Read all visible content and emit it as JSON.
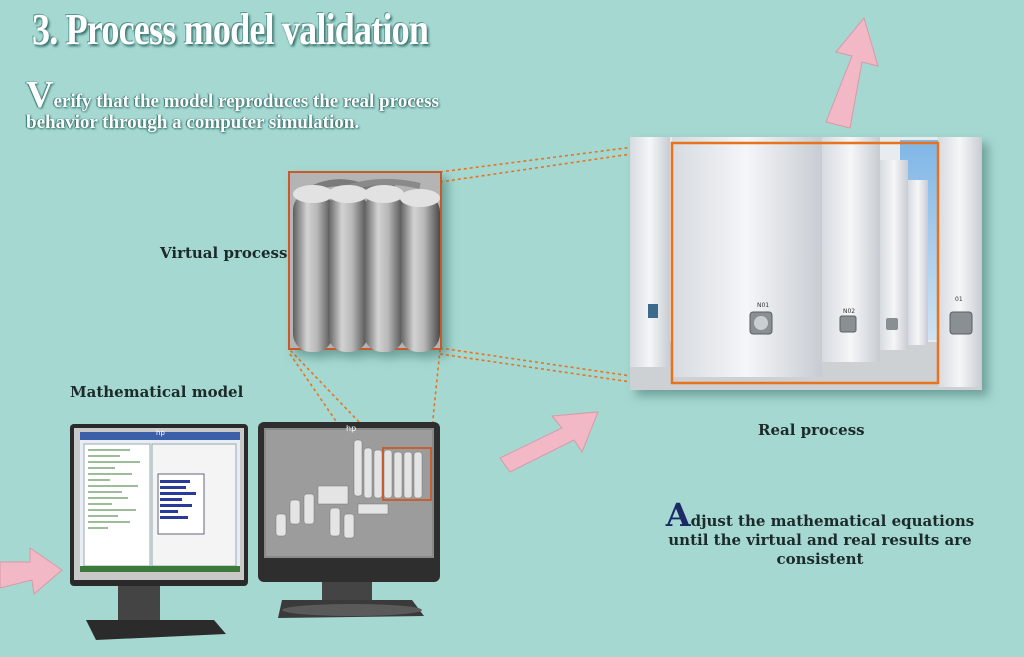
{
  "title": "3. Process model validation",
  "intro": {
    "first_letter": "V",
    "rest": "erify that the model reproduces the real process behavior through a computer simulation."
  },
  "labels": {
    "virtual": "Virtual process",
    "mathematical": "Mathematical model",
    "real": "Real process"
  },
  "adjust": {
    "first_letter": "A",
    "rest": "djust the mathematical equations until the virtual and real results are consistent"
  },
  "monitor_brands": [
    "hp",
    "hp"
  ],
  "tank_labels": [
    "N01",
    "N02",
    "01"
  ],
  "colors": {
    "background": "#a6d8d2",
    "arrow": "#f2b8c6",
    "highlight": "#e8731f",
    "frame_border": "#c85a2a"
  }
}
